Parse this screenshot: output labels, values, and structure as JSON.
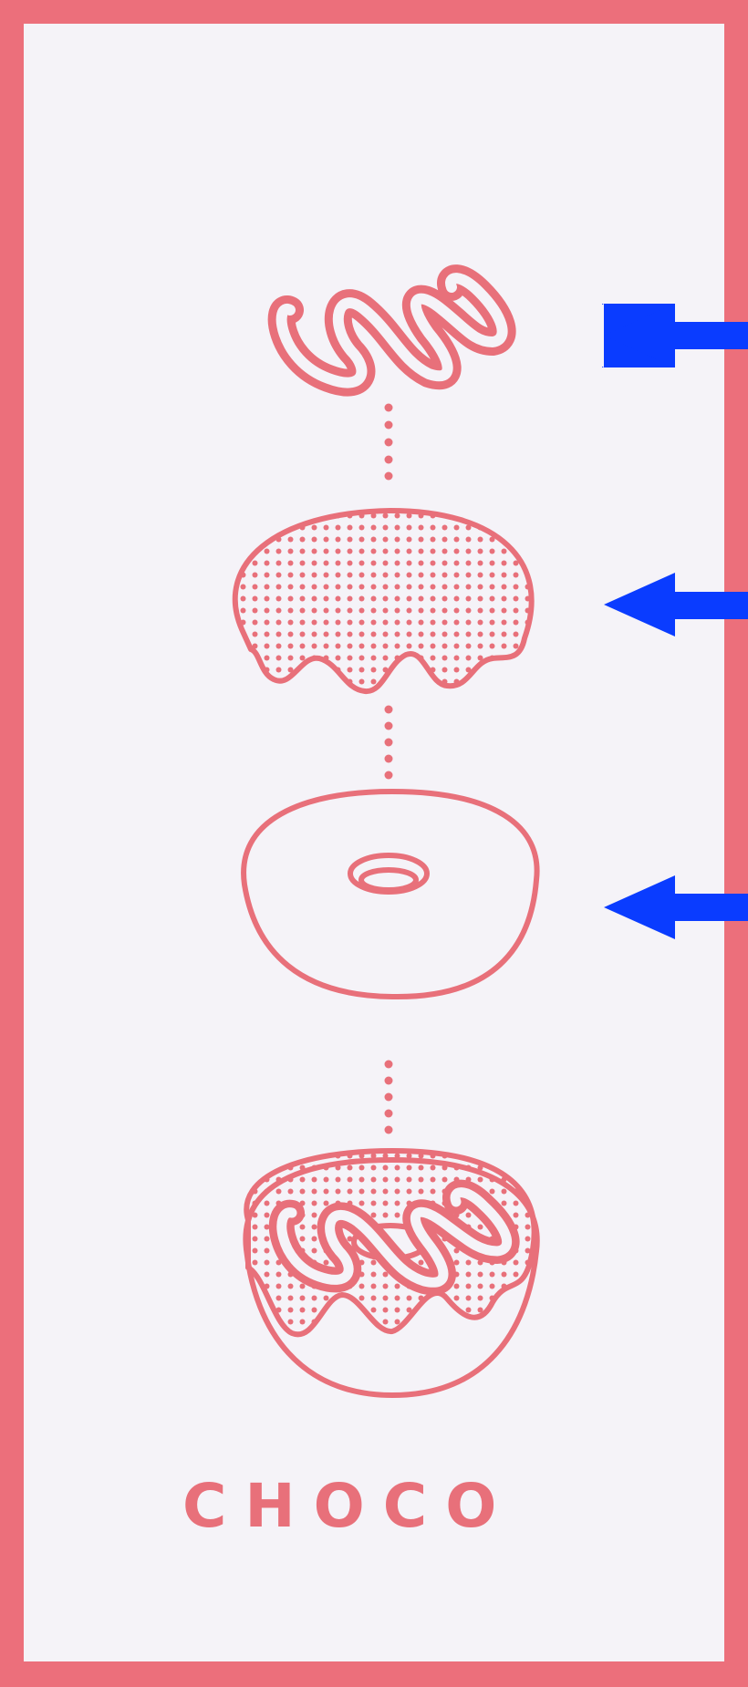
{
  "caption": "CHOCO",
  "layers": [
    {
      "name": "drizzle"
    },
    {
      "name": "glaze"
    },
    {
      "name": "dough"
    },
    {
      "name": "assembled-donut"
    }
  ],
  "arrows": [
    {
      "points_to": "drizzle"
    },
    {
      "points_to": "glaze"
    },
    {
      "points_to": "dough"
    }
  ],
  "colors": {
    "accent": "#e8707a",
    "frame": "#ec6f7b",
    "background": "#f5f3f8",
    "arrow": "#0a3cff"
  }
}
